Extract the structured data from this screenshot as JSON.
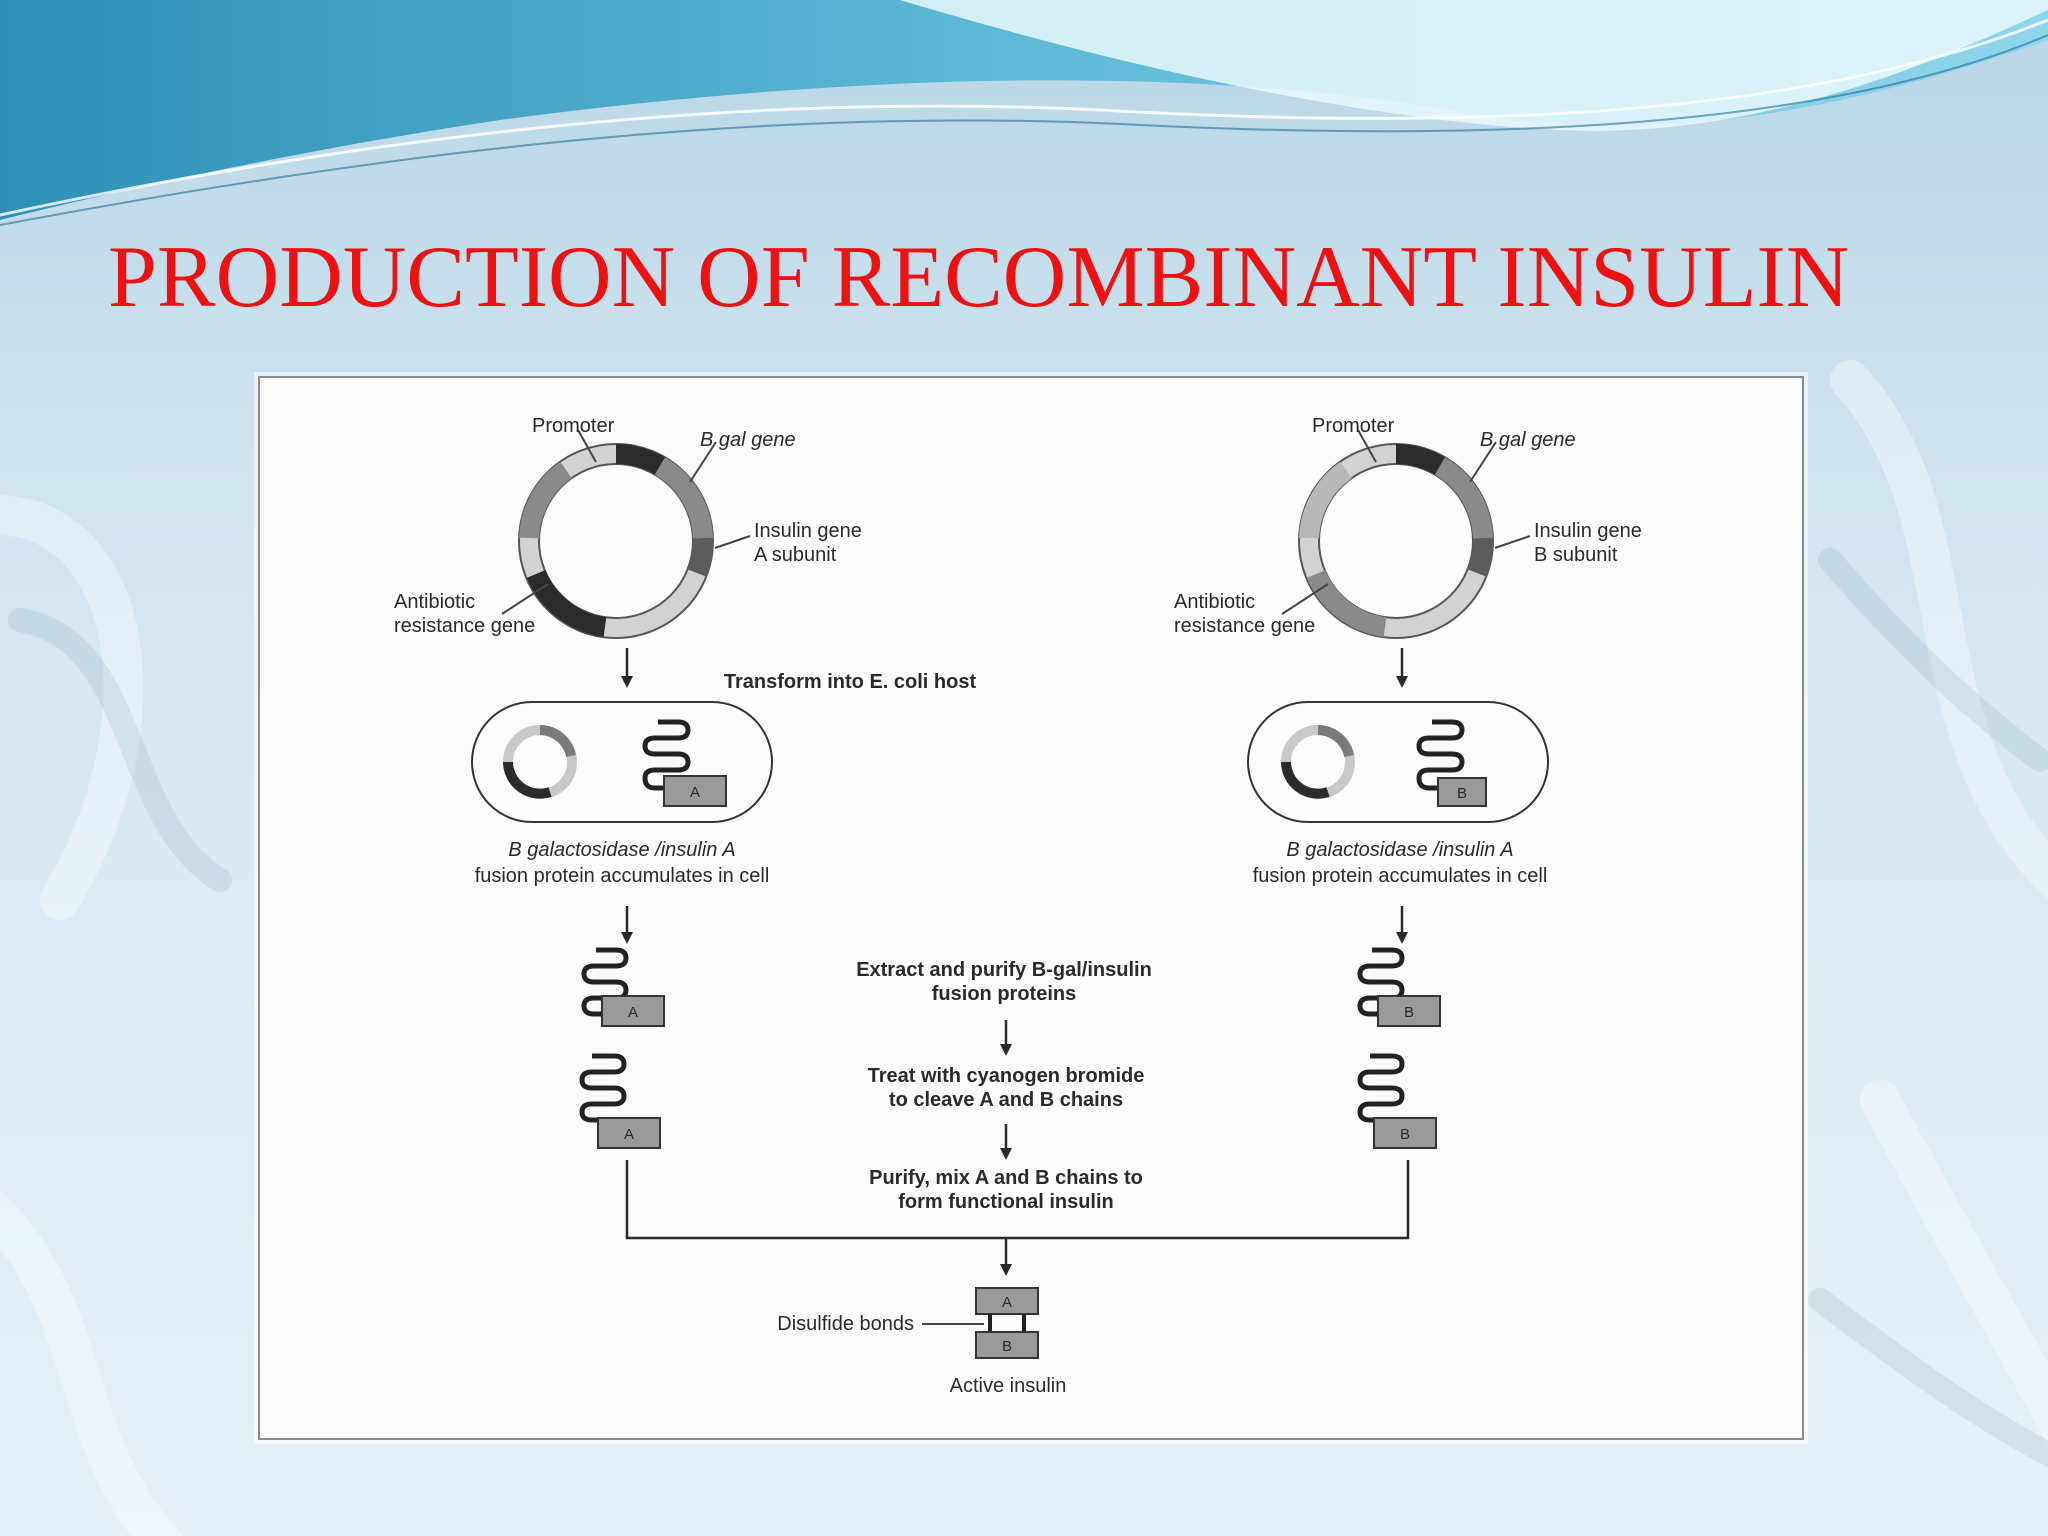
{
  "slide": {
    "title": "PRODUCTION OF RECOMBINANT INSULIN"
  },
  "diagram": {
    "left_plasmid": {
      "promoter": "Promoter",
      "bgal_gene": "B gal gene",
      "insulin_gene_line1": "Insulin gene",
      "insulin_gene_line2": "A subunit",
      "resistance_line1": "Antibiotic",
      "resistance_line2": "resistance gene"
    },
    "right_plasmid": {
      "promoter": "Promoter",
      "bgal_gene": "B gal gene",
      "insulin_gene_line1": "Insulin gene",
      "insulin_gene_line2": "B subunit",
      "resistance_line1": "Antibiotic",
      "resistance_line2": "resistance gene"
    },
    "transform_step": "Transform into E. coli host",
    "left_cell": {
      "box_label": "A",
      "caption_line1": "B galactosidase /insulin A",
      "caption_line2": "fusion protein accumulates in cell"
    },
    "right_cell": {
      "box_label": "B",
      "caption_line1": "B galactosidase /insulin A",
      "caption_line2": "fusion protein accumulates in cell"
    },
    "left_chain_label": "A",
    "right_chain_label": "B",
    "steps": {
      "extract_line1": "Extract and purify B-gal/insulin",
      "extract_line2": "fusion proteins",
      "treat_line1": "Treat with cyanogen bromide",
      "treat_line2": "to cleave A and B chains",
      "purify_line1": "Purify, mix A and B chains to",
      "purify_line2": "form functional insulin"
    },
    "result": {
      "chain_a": "A",
      "chain_b": "B",
      "disulfide_label": "Disulfide bonds",
      "active_label": "Active insulin"
    },
    "colors": {
      "title": "#ee1111",
      "segment_dark": "#2b2b2b",
      "segment_mid": "#8a8a8a",
      "segment_light": "#d2d2d2",
      "box_fill": "#9a9a9a"
    }
  }
}
